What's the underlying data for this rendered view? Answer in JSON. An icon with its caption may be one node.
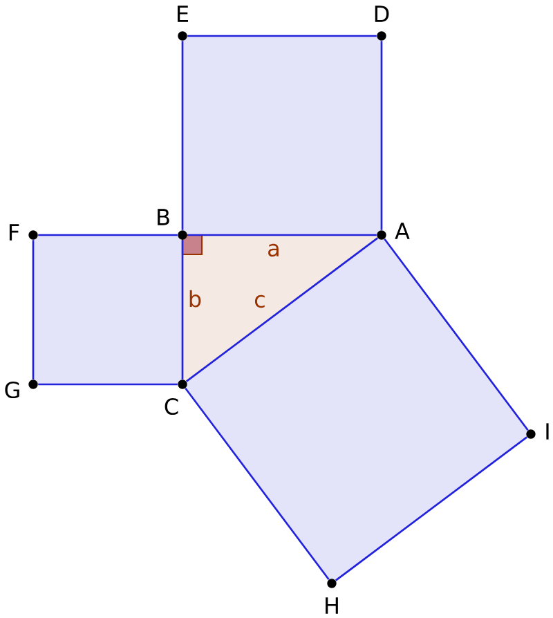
{
  "diagram": {
    "nodes": [
      {
        "text": [],
        "shape": "circle",
        "beside": [
          "E"
        ]
      },
      {
        "text": [],
        "shape": "circle",
        "beside": [
          "D"
        ]
      },
      {
        "text": [],
        "shape": "circle",
        "beside": [
          "F"
        ]
      },
      {
        "text": [],
        "shape": "circle",
        "beside": [
          "B"
        ]
      },
      {
        "text": [],
        "shape": "circle",
        "beside": [
          "A"
        ]
      },
      {
        "text": [],
        "shape": "circle",
        "beside": [
          "G"
        ]
      },
      {
        "text": [],
        "shape": "circle",
        "beside": [
          "C"
        ]
      },
      {
        "text": [],
        "shape": "circle",
        "beside": [
          "I"
        ]
      },
      {
        "text": [],
        "shape": "circle",
        "beside": [
          "H"
        ]
      }
    ],
    "edges": [
      {
        "from": 0,
        "to": 1,
        "arrow": "none"
      },
      {
        "from": 1,
        "to": 4,
        "arrow": "none"
      },
      {
        "from": 3,
        "to": 4,
        "arrow": "none",
        "label": "a"
      },
      {
        "from": 3,
        "to": 0,
        "arrow": "none"
      },
      {
        "from": 2,
        "to": 3,
        "arrow": "none"
      },
      {
        "from": 3,
        "to": 6,
        "arrow": "none",
        "label": "b"
      },
      {
        "from": 6,
        "to": 5,
        "arrow": "none"
      },
      {
        "from": 5,
        "to": 2,
        "arrow": "none"
      },
      {
        "from": 6,
        "to": 4,
        "arrow": "none",
        "label": "c"
      },
      {
        "from": 6,
        "to": 8,
        "arrow": "none"
      },
      {
        "from": 8,
        "to": 7,
        "arrow": "none"
      },
      {
        "from": 7,
        "to": 4,
        "arrow": "none"
      }
    ]
  }
}
